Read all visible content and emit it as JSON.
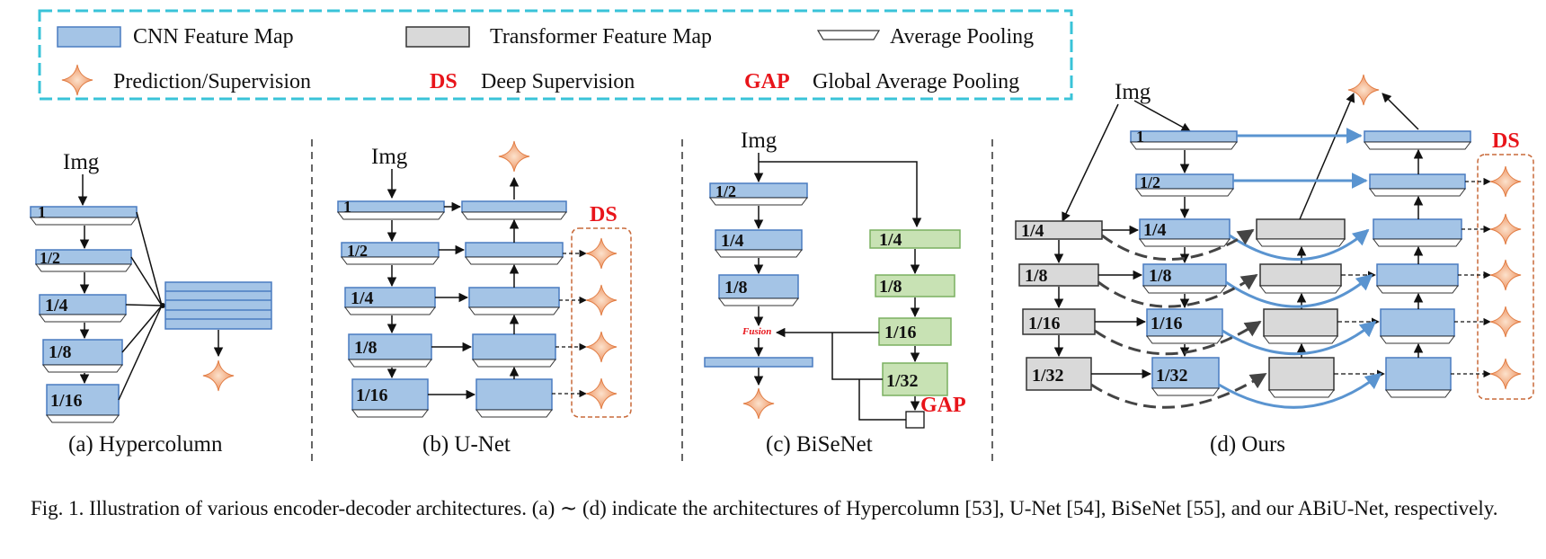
{
  "colors": {
    "cnn_fill": "#a4c4e6",
    "cnn_stroke": "#4a7cc0",
    "transformer_fill": "#d9d9d9",
    "green_fill": "#c8e2b4",
    "star_fill": "#f0a070",
    "legend_border": "#39c3d8",
    "ds_border": "#c86a3a",
    "red_text": "#e8141a",
    "blue_arrow": "#5a94d0",
    "dashed_arrow": "#444444"
  },
  "legend": {
    "cnn_feature_map": "CNN Feature Map",
    "transformer_feature_map": "Transformer Feature Map",
    "average_pooling": "Average Pooling",
    "prediction_supervision": "Prediction/Supervision",
    "ds_abbr": "DS",
    "deep_supervision": "Deep Supervision",
    "gap_abbr": "GAP",
    "global_average_pooling": "Global Average Pooling"
  },
  "panel_a": {
    "img": "Img",
    "scales": [
      "1",
      "1/2",
      "1/4",
      "1/8",
      "1/16"
    ],
    "caption": "(a)  Hypercolumn"
  },
  "panel_b": {
    "img": "Img",
    "scales": [
      "1",
      "1/2",
      "1/4",
      "1/8",
      "1/16"
    ],
    "ds": "DS",
    "caption": "(b)  U-Net"
  },
  "panel_c": {
    "img": "Img",
    "left_scales": [
      "1/2",
      "1/4",
      "1/8"
    ],
    "right_scales": [
      "1/4",
      "1/8",
      "1/16",
      "1/32"
    ],
    "fusion": "Fusion",
    "gap": "GAP",
    "caption": "(c)  BiSeNet"
  },
  "panel_d": {
    "img": "Img",
    "cnn_scales": [
      "1",
      "1/2",
      "1/4",
      "1/8",
      "1/16",
      "1/32"
    ],
    "transformer_scales": [
      "1/4",
      "1/8",
      "1/16",
      "1/32"
    ],
    "ds": "DS",
    "caption": "(d)  Ours"
  },
  "figure_caption": "Fig. 1.  Illustration of various encoder-decoder architectures. (a) ∼ (d) indicate the architectures of Hypercolumn [53], U-Net [54], BiSeNet [55], and our ABiU-Net, respectively."
}
